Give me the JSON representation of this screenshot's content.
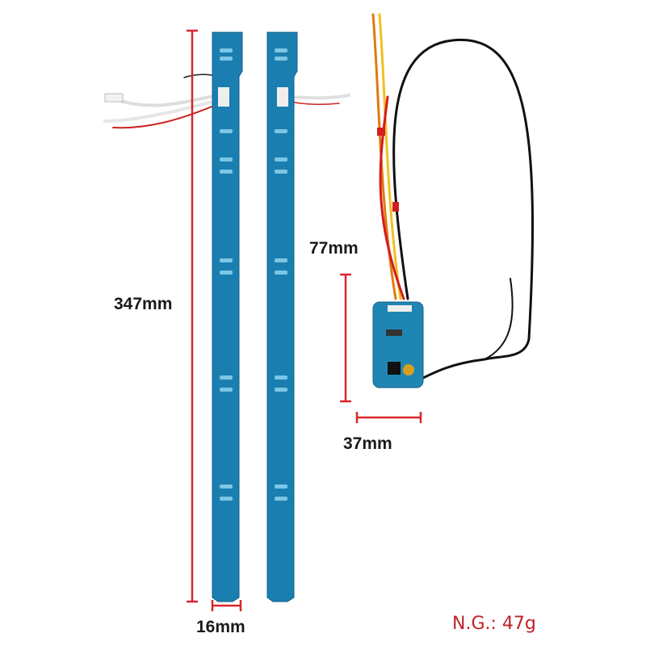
{
  "dimensions": {
    "strip_length": "347mm",
    "strip_width": "16mm",
    "module_height": "77mm",
    "module_width": "37mm"
  },
  "net_weight": "N.G.: 47g",
  "colors": {
    "board": "#1a7fb0",
    "board_dark": "#12618a",
    "dimension_line": "#d9262c",
    "text": "#1a1a1a",
    "weight_text": "#c0222a"
  }
}
